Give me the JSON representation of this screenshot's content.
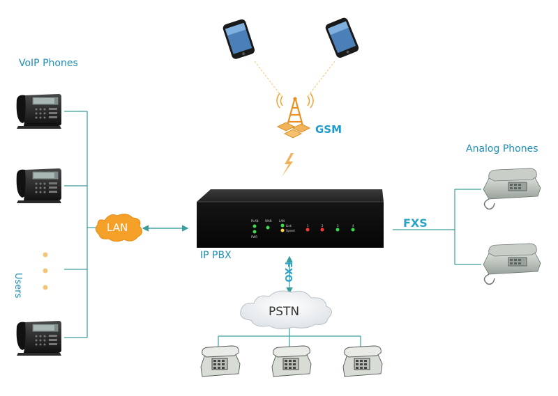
{
  "labels": {
    "voip_phones": "VoIP Phones",
    "analog_phones": "Analog Phones",
    "users": "Users",
    "lan": "LAN",
    "gsm": "GSM",
    "ip_pbx": "IP PBX",
    "fxs": "FXS",
    "fxo": "FXO",
    "pstn": "PSTN"
  },
  "pbx_panel": {
    "led_labels": [
      "PLAN",
      "PWR",
      "WAN",
      "LAN",
      "Link",
      "Speed"
    ],
    "port_labels": [
      "1",
      "2",
      "3",
      "4"
    ]
  },
  "colors": {
    "line": "#3a9e9e",
    "label": "#1f8fb4",
    "gsm_hex": "#f2b45a",
    "lan_badge": "#f5a028",
    "pbx_body": "#1b1b1b"
  },
  "icons": [
    "desk-phone-icon",
    "mobile-phone-icon",
    "gsm-tower-icon",
    "analog-phone-icon",
    "pstn-phone-icon",
    "cloud-icon"
  ]
}
